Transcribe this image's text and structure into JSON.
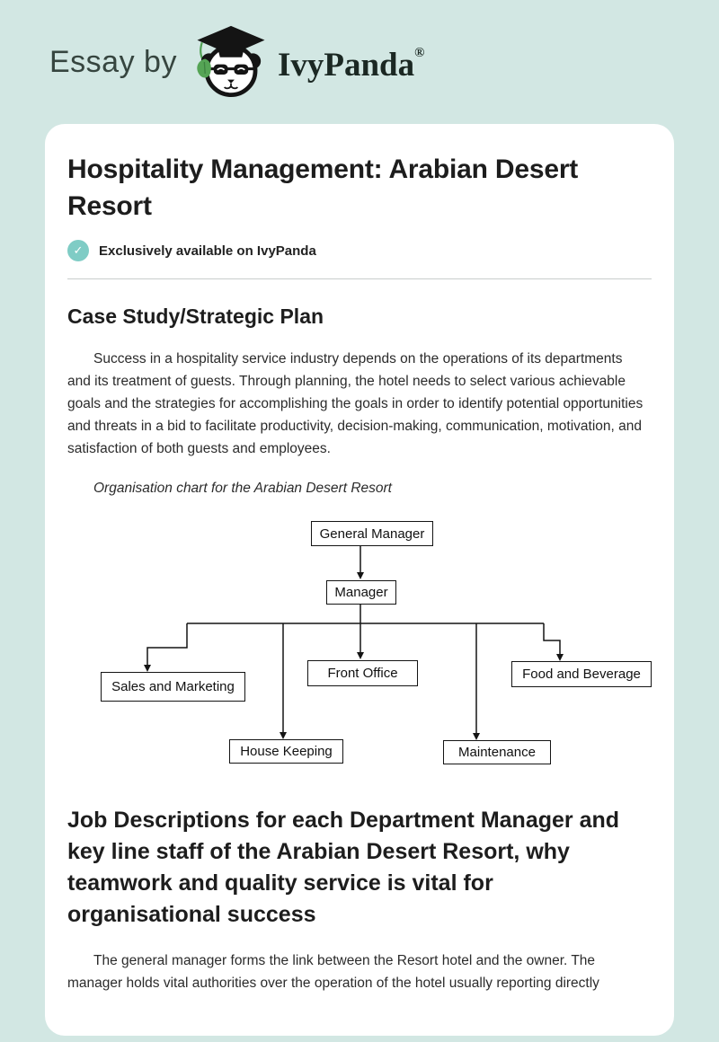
{
  "colors": {
    "background": "#d2e7e3",
    "card": "#ffffff",
    "accent_teal": "#7fccc5",
    "brand_leaf_green": "#55a455",
    "text_primary": "#1d1d1d",
    "text_body": "#2b2b2b",
    "divider": "#c9cdcc",
    "chart_line": "#141414"
  },
  "header": {
    "essay_by": "Essay by",
    "brand": "IvyPanda",
    "registered_mark": "®",
    "logo_icon": "panda-graduate-icon"
  },
  "card": {
    "title": "Hospitality Management: Arabian Desert Resort",
    "badge": {
      "icon": "check-icon",
      "label": "Exclusively available on IvyPanda"
    },
    "section_case_study": {
      "heading": "Case Study/Strategic Plan",
      "paragraph": "Success in a hospitality service industry depends on the operations of its departments and its treatment of guests. Through planning, the hotel needs to select various achievable goals and the strategies for accomplishing the goals in order to identify potential opportunities and threats in a bid to facilitate productivity, decision-making, communication, motivation, and satisfaction of both guests and employees.",
      "figure_caption": "Organisation chart for the Arabian Desert Resort"
    },
    "org_chart": {
      "type": "organisation-chart",
      "nodes": {
        "general_manager": "General Manager",
        "manager": "Manager",
        "sales_marketing": "Sales and Marketing",
        "front_office": "Front Office",
        "food_beverage": "Food and Beverage",
        "house_keeping": "House Keeping",
        "maintenance": "Maintenance"
      },
      "edges": [
        "General Manager → Manager",
        "Manager → Sales and Marketing",
        "Manager → House Keeping",
        "Manager → Front Office",
        "Manager → Maintenance",
        "Manager → Food and Beverage"
      ]
    },
    "section_job_descriptions": {
      "heading": "Job Descriptions for each Department Manager and key line staff of the Arabian Desert Resort, why teamwork and quality service is vital for organisational success",
      "paragraph": "The general manager forms the link between the Resort hotel and the owner. The manager holds vital authorities over the operation of the hotel usually reporting directly"
    }
  }
}
